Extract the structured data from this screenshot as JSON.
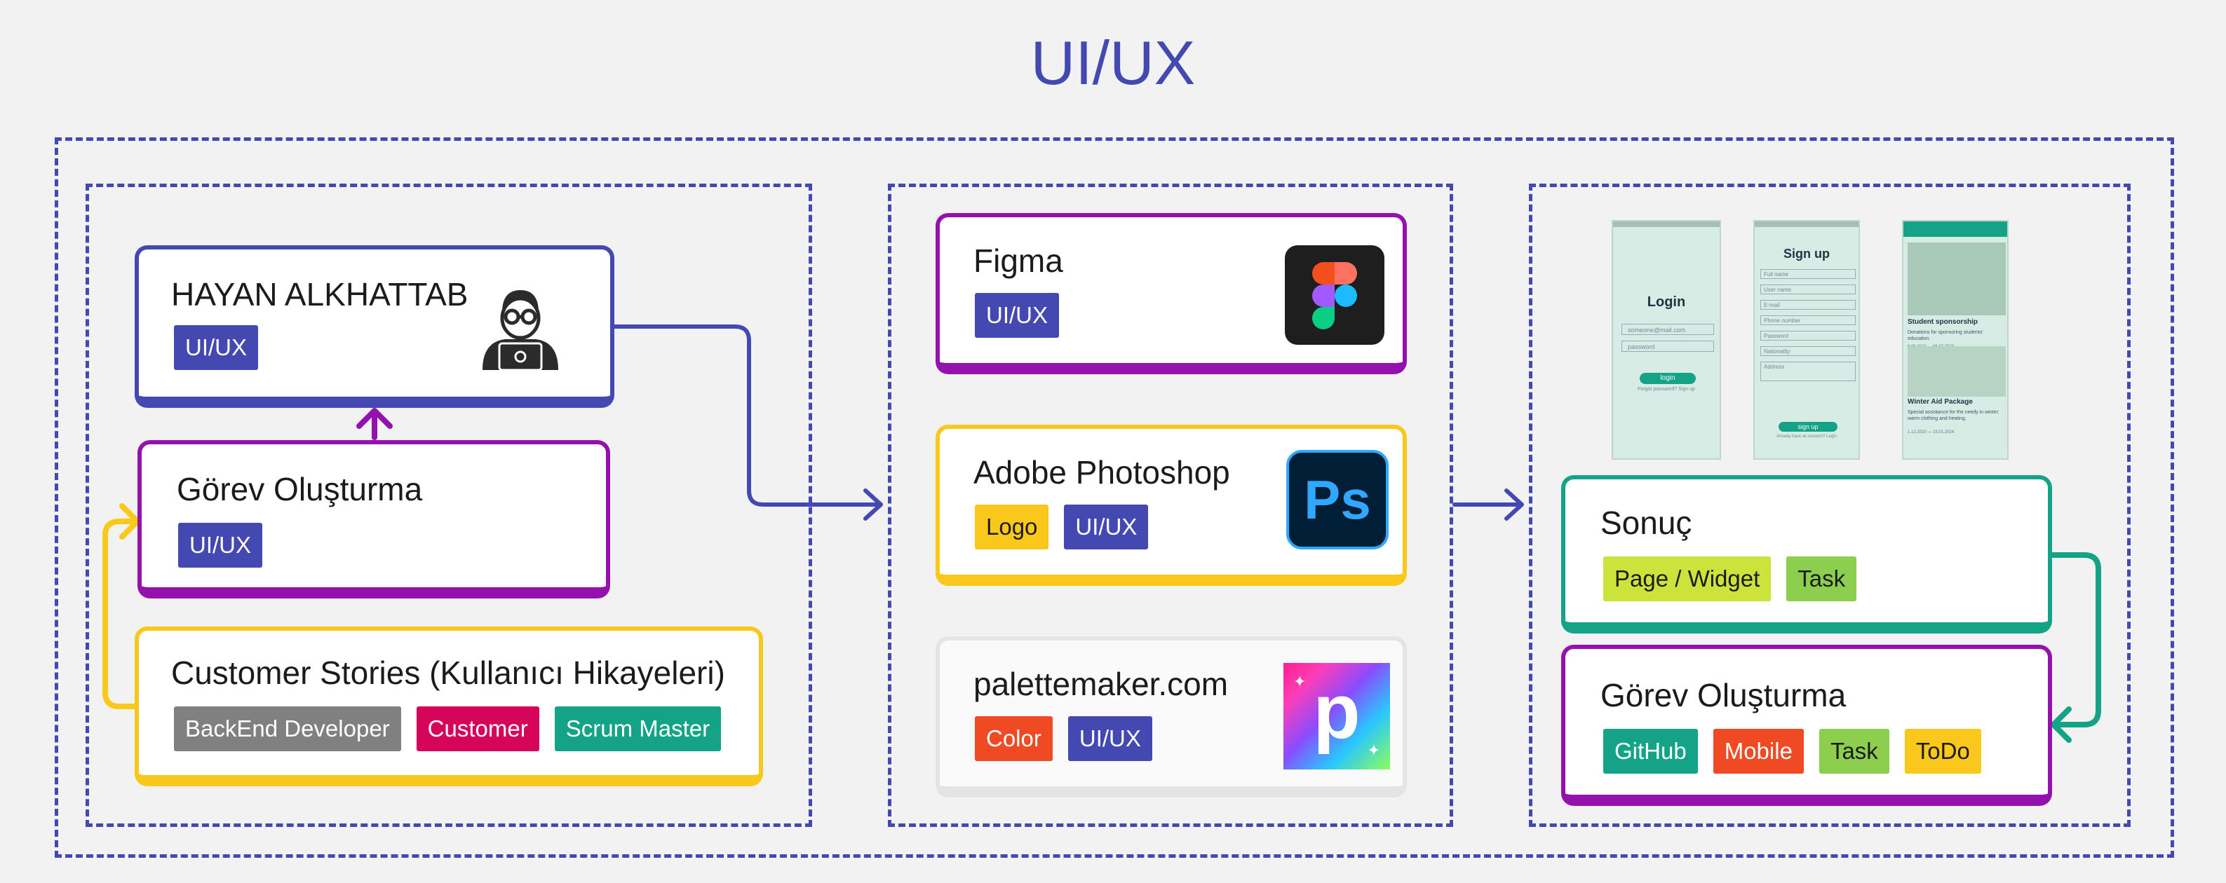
{
  "title": "UI/UX",
  "colors": {
    "accent": "#4349b0",
    "purple": "#9312ae",
    "yellow": "#f9c81a",
    "teal": "#14a386"
  },
  "cards": {
    "person": {
      "name": "HAYAN ALKHATTAB",
      "tags": [
        "UI/UX"
      ],
      "icon": "developer-avatar-icon"
    },
    "task_left": {
      "title": "Görev Oluşturma",
      "tags": [
        "UI/UX"
      ]
    },
    "stories": {
      "title": "Customer Stories (Kullanıcı Hikayeleri)",
      "tags": [
        "BackEnd Developer",
        "Customer",
        "Scrum Master"
      ]
    },
    "figma": {
      "title": "Figma",
      "tags": [
        "UI/UX"
      ],
      "icon": "figma-logo-icon"
    },
    "photoshop": {
      "title": "Adobe Photoshop",
      "tags": [
        "Logo",
        "UI/UX"
      ],
      "icon": "photoshop-logo-icon",
      "icon_text": "Ps"
    },
    "palette": {
      "title": "palettemaker.com",
      "tags": [
        "Color",
        "UI/UX"
      ],
      "icon": "palettemaker-logo-icon",
      "icon_text": "p"
    },
    "result": {
      "title": "Sonuç",
      "tags": [
        "Page / Widget",
        "Task"
      ]
    },
    "task_right": {
      "title": "Görev Oluşturma",
      "tags": [
        "GitHub",
        "Mobile",
        "Task",
        "ToDo"
      ]
    }
  },
  "screens": {
    "login": {
      "title": "Login",
      "field1": "someone@mail.com",
      "field2": "password",
      "button": "login",
      "link": "Forgot password? Sign up"
    },
    "signup": {
      "title": "Sign up",
      "fields": [
        "Full name",
        "User name",
        "E-mail",
        "Phone number",
        "Password",
        "Nationality",
        "Address"
      ],
      "button": "sign up",
      "link": "Already have an account? Login"
    },
    "feed": {
      "item1_title": "Student sponsorship",
      "item1_text": "Donations for sponsoring students' education.",
      "item1_date": "6.05.2023 — 06.07.2023",
      "item2_title": "Winter Aid Package",
      "item2_text": "Special assistance for the needy in winter: warm clothing and heating.",
      "item2_date": "1.12.2023 — 15.01.2024"
    }
  }
}
